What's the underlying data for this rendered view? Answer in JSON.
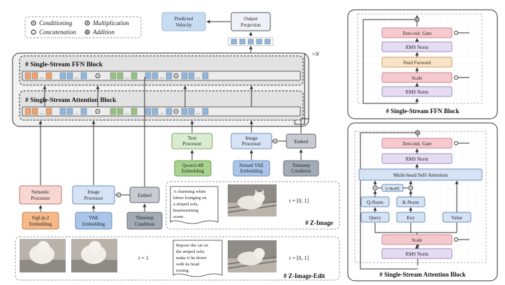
{
  "legend": {
    "conditioning": "Conditioning",
    "multiplication": "Multiplication",
    "concatenation": "Concatenation",
    "addition": "Addition"
  },
  "top": {
    "predicted_velocity": [
      "Predicted",
      "Velocity"
    ],
    "output_projection": [
      "Output",
      "Projection"
    ],
    "times_n": "×N"
  },
  "blocks": {
    "ffn_title": "# Single-Stream FFN Block",
    "attn_title": "# Single-Stream Attention Block",
    "ellipsis": "..."
  },
  "processors": {
    "text_processor": [
      "Text",
      "Processor"
    ],
    "image_processor_right": [
      "Image",
      "Processor"
    ],
    "embed_right": "Embed",
    "qwen": [
      "Qwen3-4B",
      "Embedding"
    ],
    "noised_vae": [
      "Noised VAE",
      "Embedding"
    ],
    "timestep_right": [
      "Timestep",
      "Condition"
    ],
    "semantic_processor": [
      "Semantic",
      "Processor"
    ],
    "image_processor_left": [
      "Image",
      "Processor"
    ],
    "embed_left": "Embed",
    "siglip": [
      "SigLip-2",
      "Embedding"
    ],
    "vae": [
      "VAE",
      "Embedding"
    ],
    "timestep_left": [
      "Timestep",
      "Condition"
    ]
  },
  "zimage": {
    "prompt": [
      "A charming white",
      "kitten lounging on",
      "a striped sofa,",
      "heartwarming",
      "scene."
    ],
    "t_range": "t = [0, 1]",
    "label": "# Z-Image"
  },
  "zimage_edit": {
    "t_one": "t = 1",
    "prompt": [
      "Repose the cat on",
      "the striped sofa:",
      "make it lie down",
      "with its head",
      "resting."
    ],
    "t_range": "t = [0, 1]",
    "label": "# Z-Image-Edit"
  },
  "ffn_detail": {
    "title": "# Single-Stream FFN Block",
    "layers": [
      "Zero-init. Gate",
      "RMS Norm",
      "Feed Forword",
      "Scale",
      "RMS Norm"
    ]
  },
  "attn_detail": {
    "title": "# Single-Stream Attention Block",
    "zero_gate": "Zero-init. Gate",
    "rms_top": "RMS Norm",
    "mhsa": "Multi-head Self-Attention",
    "urope": "U-RoPE",
    "qnorm": "Q-Norm",
    "knorm": "K-Norm",
    "query": "Query",
    "key": "Key",
    "value": "Value",
    "scale": "Scale",
    "rms_bottom": "RMS Norm"
  },
  "colors": {
    "orange_token": "#f0a06a",
    "blue_token": "#8db6e0",
    "green_token": "#93c47d",
    "gray_token": "#a3a3a3",
    "processor_pink": "#f8d7d2",
    "processor_blue": "#d6e3f4",
    "processor_green": "#d9ecd2",
    "embed_gray": "#c8ccd2",
    "siglip_orange": "#f6ba8a",
    "vae_blue": "#a9c6ea",
    "qwen_green": "#a9d48f",
    "timestep_gray": "#a3abb6",
    "zero_gate": "#f6c9cf",
    "rms_norm": "#e5dcf3",
    "feed_forward": "#fbe3c5",
    "attn_blue": "#d6e3f4"
  }
}
